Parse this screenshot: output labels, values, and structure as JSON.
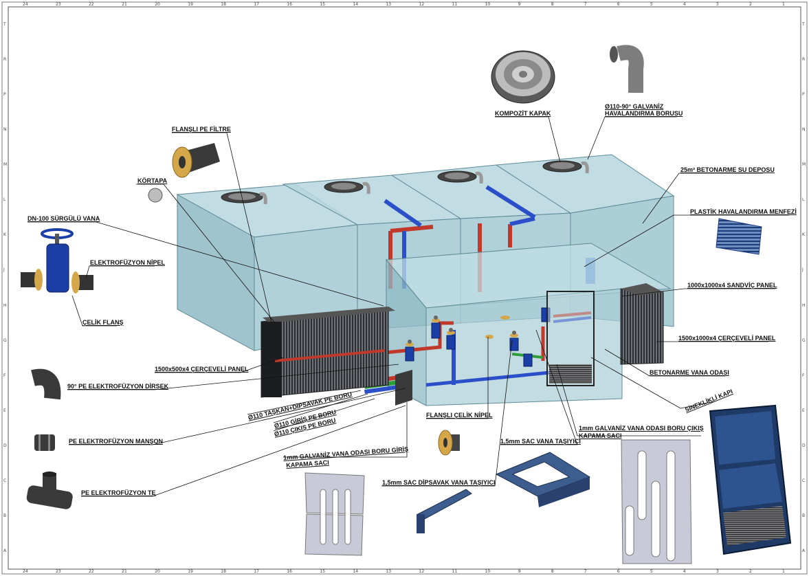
{
  "labels": {
    "komposit_kapak": "KOMPOZİT KAPAK",
    "galvaniz_boru_1": "Ø110-90° GALVANİZ",
    "galvaniz_boru_2": "HAVALANDIRMA BORUSU",
    "flansli_pe_filtre": "FLANŞLI PE FİLTRE",
    "kortapa": "KÖRTAPA",
    "betonarme_su_deposu": "25m³ BETONARME SU DEPOSU",
    "plastik_menfez": "PLASTİK HAVALANDIRMA MENFEZİ",
    "sandvic_panel": "1000x1000x4 SANDVİÇ PANEL",
    "cerceveli_panel_1500": "1500x1000x4 ÇERÇEVELİ PANEL",
    "betonarme_vana_odasi": "BETONARME VANA ODASI",
    "sinekli_kapi": "SİNEKLİKLİ KAPI",
    "dn100_vana": "DN-100 SÜRGÜLÜ VANA",
    "elektrofuzyon_nipel": "ELEKTROFÜZYON NİPEL",
    "celik_flans": "ÇELİK FLANŞ",
    "cerceveli_panel_1500x500": "1500x500x4 ÇERÇEVELİ PANEL",
    "pe_dirsek": "90° PE ELEKTROFÜZYON DİRSEK",
    "taskan_dipsavak": "Ø110 TAŞKAN+DİPSAVAK PE BORU",
    "giris_boru": "Ø110 GİRİŞ PE BORU",
    "cikis_boru": "Ø110 ÇIKIŞ PE BORU",
    "pe_manson": "PE ELEKTROFÜZYON MANŞON",
    "pe_te": "PE ELEKTROFÜZYON TE",
    "flansli_celik_nipel": "FLANŞLI ÇELİK NİPEL",
    "giris_kapama_1": "1mm GALVANİZ VANA ODASI BORU GİRİŞ",
    "giris_kapama_2": "KAPAMA SACI",
    "vana_tasiyici": "1,5mm SAC VANA TAŞIYICI",
    "cikis_kapama_1": "1mm GALVANİZ VANA ODASI BORU ÇIKIŞ",
    "cikis_kapama_2": "KAPAMA SACI",
    "dipsavak_tasiyici": "1,5mm SAC DİPSAVAK VANA TAŞIYICI"
  },
  "frame": {
    "top_ticks": [
      "24",
      "23",
      "22",
      "21",
      "20",
      "19",
      "18",
      "17",
      "16",
      "15",
      "14",
      "13",
      "12",
      "11",
      "10",
      "9",
      "8",
      "7",
      "6",
      "5",
      "4",
      "3",
      "2",
      "1"
    ],
    "bottom_ticks": [
      "24",
      "23",
      "22",
      "21",
      "20",
      "19",
      "18",
      "17",
      "16",
      "15",
      "14",
      "13",
      "12",
      "11",
      "10",
      "9",
      "8",
      "7",
      "6",
      "5",
      "4",
      "3",
      "2",
      "1"
    ],
    "side_ticks": [
      "T",
      "R",
      "P",
      "N",
      "M",
      "L",
      "K",
      "J",
      "H",
      "G",
      "F",
      "E",
      "D",
      "C",
      "B",
      "A"
    ]
  },
  "colors": {
    "tank_fill": "#9cc6d0",
    "tank_edge": "#5d8a96",
    "red_pipe": "#c0392b",
    "blue_pipe": "#2a4fc9",
    "green_pipe": "#2e9e3a",
    "valve_blue": "#1a3fa6",
    "flange_gold": "#d4a84a",
    "dark_grey": "#444444",
    "door_blue": "#1f3a66",
    "sheet_grey": "#c8cad8"
  }
}
